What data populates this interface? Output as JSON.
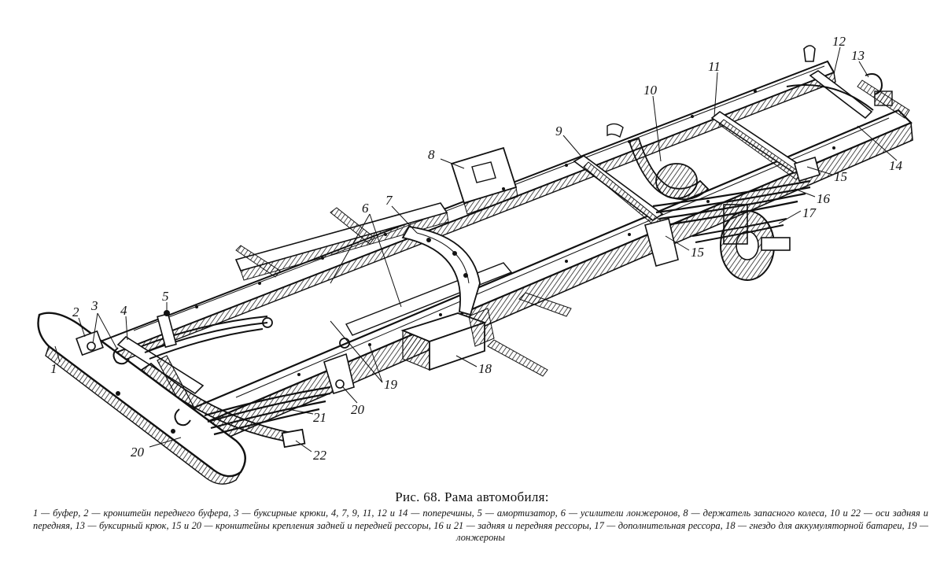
{
  "figure": {
    "caption_title": "Рис. 68. Рама автомобиля:",
    "caption_legend": "1 — буфер, 2 — кронштейн переднего буфера, 3 — буксирные крюки, 4, 7, 9, 11, 12 и 14 — поперечины, 5 — амортизатор, 6 — усилители лонжеронов, 8 — держатель запасного колеса, 10 и 22 — оси задняя и передняя, 13 — буксирный крюк, 15 и 20 — кронштейны крепления задней и передней рессоры, 16 и 21 — задняя и передняя рессоры, 17 — дополнительная рессора, 18 — гнездо для аккумуляторной батареи, 19 — лонжероны",
    "callouts": {
      "c1": "1",
      "c2": "2",
      "c3": "3",
      "c4": "4",
      "c5": "5",
      "c6": "6",
      "c7": "7",
      "c8": "8",
      "c9": "9",
      "c10": "10",
      "c11": "11",
      "c12": "12",
      "c13": "13",
      "c14": "14",
      "c15a": "15",
      "c15b": "15",
      "c16": "16",
      "c17": "17",
      "c18": "18",
      "c19": "19",
      "c20a": "20",
      "c20b": "20",
      "c21": "21",
      "c22": "22"
    }
  }
}
